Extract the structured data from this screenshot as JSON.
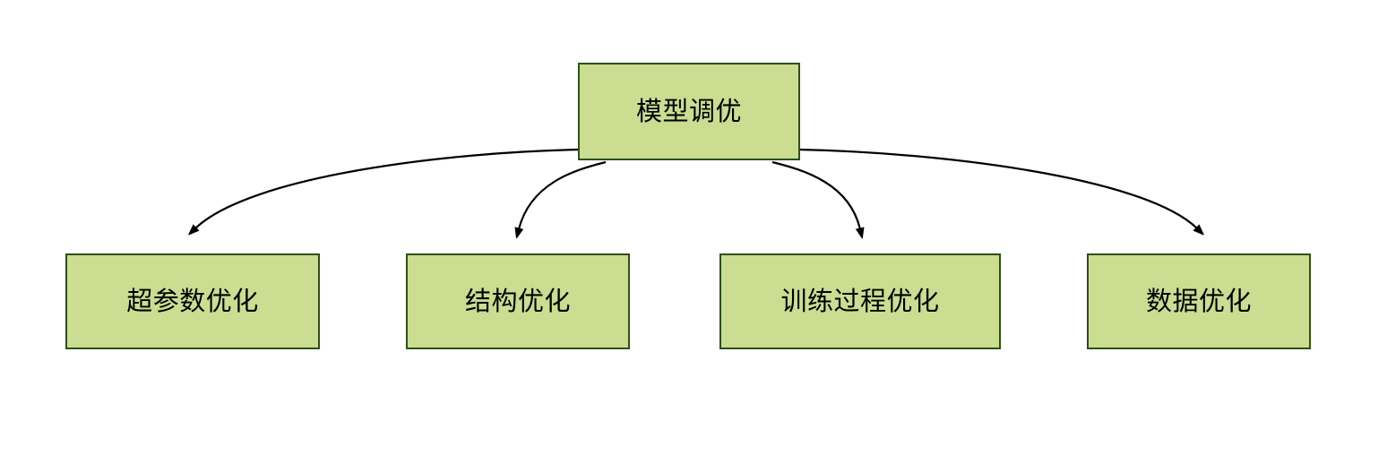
{
  "diagram": {
    "type": "tree",
    "orientation": "top-down",
    "background_color": "#ffffff",
    "node_fill_color": "#cadd91",
    "node_border_color": "#2d5016",
    "node_text_color": "#000000",
    "edge_color": "#000000",
    "root": {
      "id": "root",
      "label": "模型调优"
    },
    "children": [
      {
        "id": "child-0",
        "label": "超参数优化"
      },
      {
        "id": "child-1",
        "label": "结构优化"
      },
      {
        "id": "child-2",
        "label": "训练过程优化"
      },
      {
        "id": "child-3",
        "label": "数据优化"
      }
    ],
    "edges": [
      {
        "id": "edge-0",
        "from": "模型调优",
        "to": "超参数优化",
        "arrow": "filled-triangle"
      },
      {
        "id": "edge-1",
        "from": "模型调优",
        "to": "结构优化",
        "arrow": "filled-triangle"
      },
      {
        "id": "edge-2",
        "from": "模型调优",
        "to": "训练过程优化",
        "arrow": "filled-triangle"
      },
      {
        "id": "edge-3",
        "from": "模型调优",
        "to": "数据优化",
        "arrow": "filled-triangle"
      }
    ]
  }
}
